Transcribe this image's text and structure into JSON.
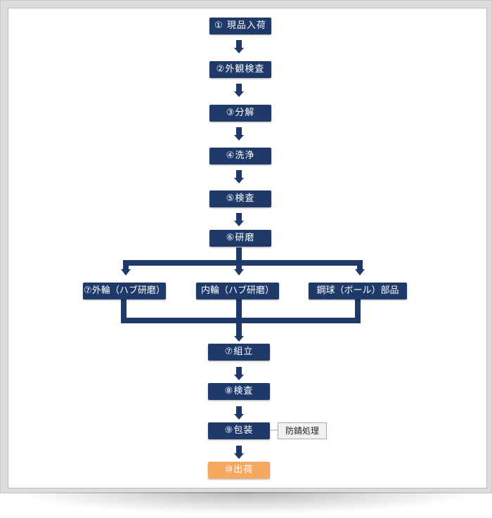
{
  "steps": {
    "s1": "① 現品入荷",
    "s2": "②外観検査",
    "s3": "③分解",
    "s4": "④洗浄",
    "s5": "⑤検査",
    "s6": "⑥研磨",
    "b1": "⑦外輪（ハブ研磨）",
    "b2": "内輪（ハブ研磨）",
    "b3": "鋼球（ボール）部品",
    "s7": "⑦組立",
    "s8": "⑧検査",
    "s9": "⑨包装",
    "s10": "⑩出荷"
  },
  "note": "防錆処理",
  "colors": {
    "box": "#1f3a68",
    "final": "#f6a95e",
    "arrow": "#1f3a68"
  }
}
